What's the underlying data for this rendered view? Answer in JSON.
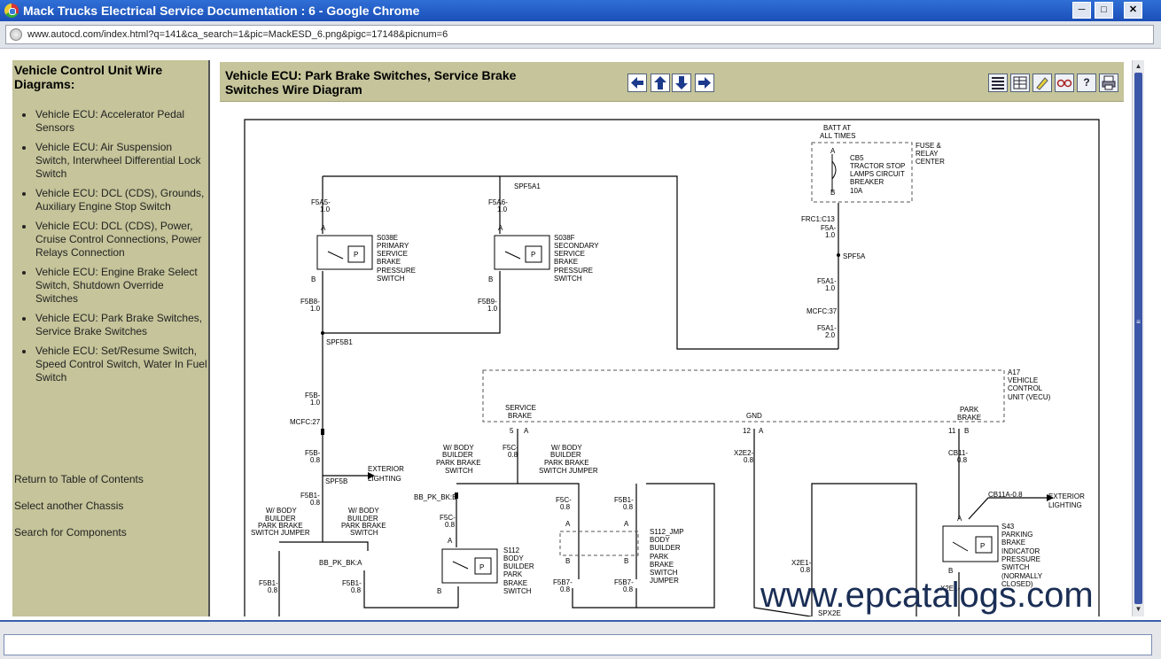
{
  "window": {
    "title": "Mack Trucks Electrical Service Documentation : 6 - Google Chrome",
    "minimize_icon": "minimize-icon",
    "maximize_icon": "maximize-icon",
    "close_icon": "close-icon"
  },
  "address_bar": {
    "url": "www.autocd.com/index.html?q=141&ca_search=1&pic=MackESD_6.png&pigc=17148&picnum=6"
  },
  "sidebar": {
    "title": "Vehicle Control Unit Wire Diagrams:",
    "items": [
      {
        "label": "Vehicle ECU: Accelerator Pedal Sensors"
      },
      {
        "label": "Vehicle ECU: Air Suspension Switch, Interwheel Differential Lock Switch"
      },
      {
        "label": "Vehicle ECU: DCL (CDS), Grounds, Auxiliary Engine Stop Switch"
      },
      {
        "label": "Vehicle ECU: DCL (CDS), Power, Cruise Control Connections, Power Relays Connection"
      },
      {
        "label": "Vehicle ECU: Engine Brake Select Switch, Shutdown Override Switches"
      },
      {
        "label": "Vehicle ECU: Park Brake Switches, Service Brake Switches"
      },
      {
        "label": "Vehicle ECU: Set/Resume Switch, Speed Control Switch, Water In Fuel Switch"
      }
    ],
    "links": {
      "toc": "Return to Table of Contents",
      "chassis": "Select another Chassis",
      "search": "Search for Components"
    }
  },
  "main": {
    "title": "Vehicle ECU: Park Brake Switches, Service Brake Switches Wire Diagram",
    "nav_icons": [
      "arrow-left-icon",
      "arrow-up-icon",
      "arrow-down-icon",
      "arrow-right-icon"
    ],
    "tool_icons": [
      "list-view-icon",
      "table-view-icon",
      "highlight-icon",
      "glasses-icon",
      "help-icon",
      "print-icon"
    ],
    "help_label": "?"
  },
  "diagram": {
    "batt": [
      "BATT AT",
      "ALL TIMES"
    ],
    "cb5": [
      "CB5",
      "TRACTOR STOP",
      "LAMPS CIRCUIT",
      "BREAKER",
      "10A"
    ],
    "fuse_center": [
      "FUSE &",
      "RELAY",
      "CENTER"
    ],
    "cb_a": "A",
    "cb_b": "B",
    "frc1": "FRC1:C13",
    "f5a_top": [
      "F5A-",
      "1.0"
    ],
    "spf5a": "SPF5A",
    "f5a1_top": [
      "F5A1-",
      "1.0"
    ],
    "mcfc37": "MCFC:37",
    "f5a1_bot": [
      "F5A1-",
      "2.0"
    ],
    "f5a5": [
      "F5A5-",
      "1.0"
    ],
    "f5a6": [
      "F5A6-",
      "1.0"
    ],
    "spf5a1": "SPF5A1",
    "s038e": [
      "S038E",
      "PRIMARY",
      "SERVICE",
      "BRAKE",
      "PRESSURE",
      "SWITCH"
    ],
    "s038f": [
      "S038F",
      "SECONDARY",
      "SERVICE",
      "BRAKE",
      "PRESSURE",
      "SWITCH"
    ],
    "pin_a": "A",
    "pin_b": "B",
    "p_label": "P",
    "f5b8": [
      "F5B8-",
      "1.0"
    ],
    "f5b9": [
      "F5B9-",
      "1.0"
    ],
    "spf5b1": "SPF5B1",
    "f5b_a": [
      "F5B-",
      "1.0"
    ],
    "mcfc27": "MCFC:27",
    "f5b_b": [
      "F5B-",
      "0.8"
    ],
    "spf5b": "SPF5B",
    "exterior_lighting_1": [
      "EXTERIOR",
      "LIGHTING"
    ],
    "f5b1_left": [
      "F5B1-",
      "0.8"
    ],
    "body_builder_jumper_left": [
      "W/ BODY",
      "BUILDER",
      "PARK BRAKE",
      "SWITCH JUMPER"
    ],
    "body_builder_switch_left": [
      "W/ BODY",
      "BUILDER",
      "PARK BRAKE",
      "SWITCH"
    ],
    "bb_pk_bk_a": "BB_PK_BK:A",
    "f5b1_lower_a": [
      "F5B1-",
      "0.8"
    ],
    "f5b1_lower_b": [
      "F5B1-",
      "0.8"
    ],
    "a17": [
      "A17",
      "VEHICLE",
      "CONTROL",
      "UNIT (VECU)"
    ],
    "service_brake": [
      "SERVICE",
      "BRAKE"
    ],
    "gnd": "GND",
    "park_brake": [
      "PARK",
      "BRAKE"
    ],
    "pin5": "5",
    "pin12": "12",
    "pin11": "11",
    "body_builder_switch_mid": [
      "W/ BODY",
      "BUILDER",
      "PARK BRAKE",
      "SWITCH"
    ],
    "f5c_top": [
      "F5C-",
      "0.8"
    ],
    "body_builder_jumper_mid": [
      "W/ BODY",
      "BUILDER",
      "PARK BRAKE",
      "SWITCH JUMPER"
    ],
    "bb_pk_bk_b": "BB_PK_BK:B",
    "f5c_mid": [
      "F5C-",
      "0.8"
    ],
    "s112": [
      "S112",
      "BODY",
      "BUILDER",
      "PARK",
      "BRAKE",
      "SWITCH"
    ],
    "f5c_right": [
      "F5C-",
      "0.8"
    ],
    "f5b1_right": [
      "F5B1-",
      "0.8"
    ],
    "s112_jmp": [
      "S112_JMP",
      "BODY",
      "BUILDER",
      "PARK",
      "BRAKE",
      "SWITCH",
      "JUMPER"
    ],
    "f5b7_a": [
      "F5B7-",
      "0.8"
    ],
    "f5b7_b": [
      "F5B7-",
      "0.8"
    ],
    "x2e2": [
      "X2E2-",
      "0.8"
    ],
    "x2e1": [
      "X2E1-",
      "0.8"
    ],
    "spx2e": "SPX2E",
    "cb11": [
      "CB11-",
      "0.8"
    ],
    "cb11a": "CB11A-0.8",
    "exterior_lighting_2": [
      "EXTERIOR",
      "LIGHTING"
    ],
    "s43": [
      "S43",
      "PARKING",
      "BRAKE",
      "INDICATOR",
      "PRESSURE",
      "SWITCH",
      "(NORMALLY",
      "CLOSED)"
    ],
    "x2e1_b": "X2E1-"
  },
  "scrollbar": {
    "up_icon": "scroll-up-icon",
    "down_icon": "scroll-down-icon",
    "grip_icon": "scroll-grip-icon"
  },
  "watermark": "www.epcatalogs.com",
  "colors": {
    "titlebar": "#1b4fb8",
    "sidebar": "#c5c49a",
    "scroll_thumb": "#3d57a8"
  }
}
